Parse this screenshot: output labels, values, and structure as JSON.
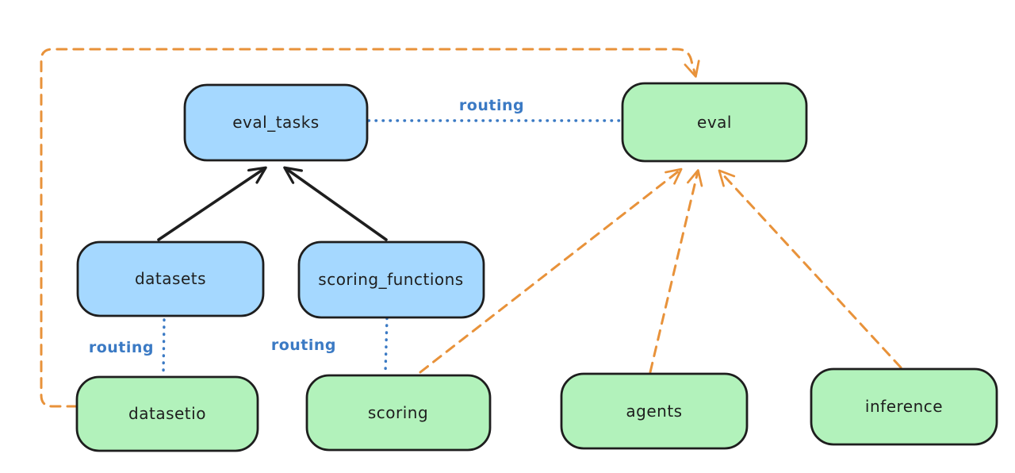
{
  "diagram": {
    "colors": {
      "background": "#ffffff",
      "blue_node_fill": "#a5d8ff",
      "green_node_fill": "#b2f2bb",
      "node_stroke": "#1e1e1e",
      "node_text": "#1e1e1e",
      "routing_blue": "#3b7ac4",
      "arrow_orange": "#e8923a",
      "arrow_black": "#1e1e1e"
    },
    "nodes": {
      "eval_tasks": {
        "label": "eval_tasks",
        "fill": "#a5d8ff"
      },
      "eval": {
        "label": "eval",
        "fill": "#b2f2bb"
      },
      "datasets": {
        "label": "datasets",
        "fill": "#a5d8ff"
      },
      "scoring_functions": {
        "label": "scoring_functions",
        "fill": "#a5d8ff"
      },
      "datasetio": {
        "label": "datasetio",
        "fill": "#b2f2bb"
      },
      "scoring": {
        "label": "scoring",
        "fill": "#b2f2bb"
      },
      "agents": {
        "label": "agents",
        "fill": "#b2f2bb"
      },
      "inference": {
        "label": "inference",
        "fill": "#b2f2bb"
      }
    },
    "edge_labels": {
      "eval_tasks_to_eval": {
        "text": "routing"
      },
      "datasets_to_datasetio": {
        "text": "routing"
      },
      "scoring_functions_to_scoring": {
        "text": "routing"
      }
    }
  }
}
